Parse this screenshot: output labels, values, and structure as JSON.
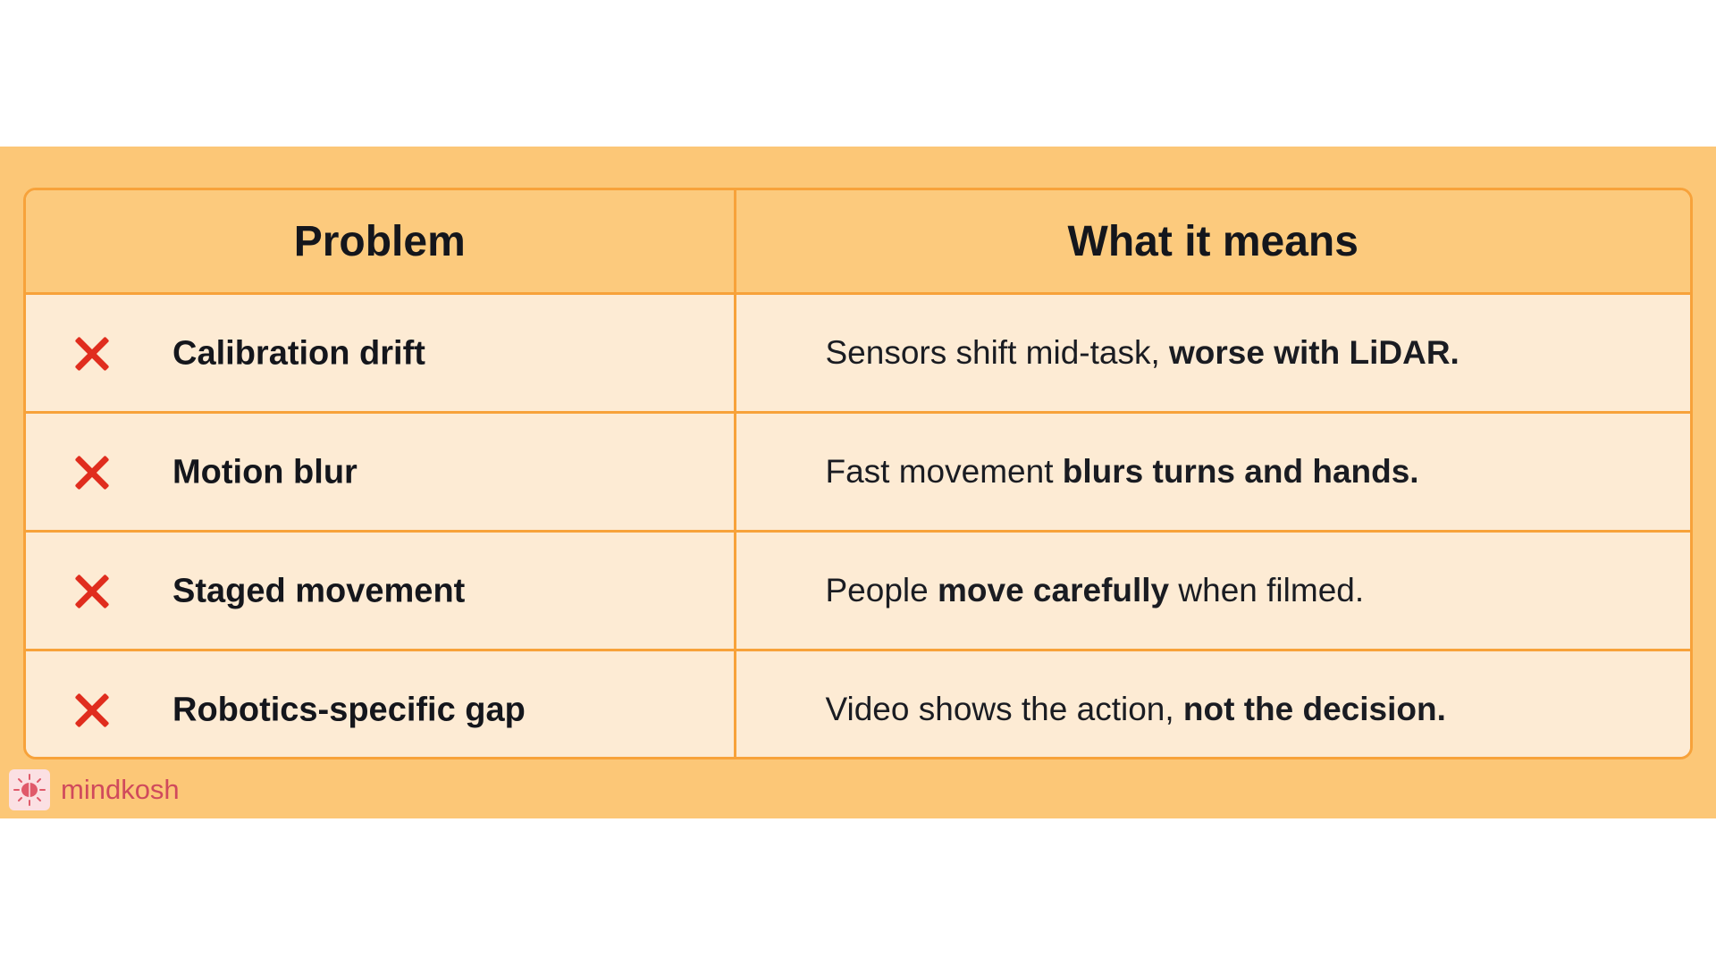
{
  "table": {
    "headers": [
      "Problem",
      "What it means"
    ],
    "rows": [
      {
        "problem": "Calibration drift",
        "meaning_plain": "Sensors shift mid-task, ",
        "meaning_bold": "worse with LiDAR.",
        "meaning_tail": ""
      },
      {
        "problem": "Motion blur",
        "meaning_plain": "Fast movement ",
        "meaning_bold": "blurs turns and hands.",
        "meaning_tail": ""
      },
      {
        "problem": "Staged movement",
        "meaning_plain": "People ",
        "meaning_bold": "move carefully",
        "meaning_tail": " when filmed."
      },
      {
        "problem": "Robotics-specific gap",
        "meaning_plain": "Video shows the action, ",
        "meaning_bold": "not the decision.",
        "meaning_tail": ""
      }
    ]
  },
  "icons": {
    "row_icon": "x-mark-icon",
    "brand_icon": "brain-icon"
  },
  "brand": {
    "name": "mindkosh"
  },
  "colors": {
    "band": "#fcc777",
    "header_bg": "#fcca7d",
    "row_bg": "#fdebd4",
    "border": "#f7a23a",
    "x_mark": "#e02d1e",
    "brand_text": "#d04a5c"
  }
}
